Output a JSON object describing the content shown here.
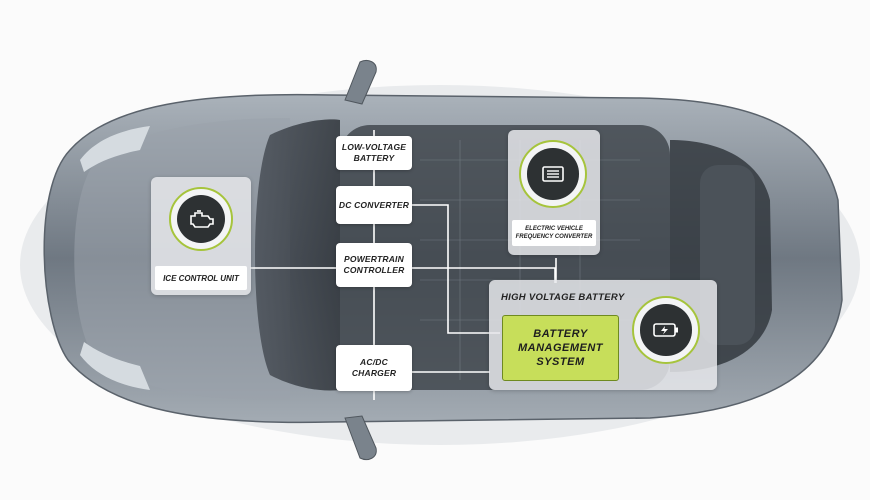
{
  "nodes": {
    "low_voltage_battery": "LOW-VOLTAGE\nBATTERY",
    "dc_converter": "DC CONVERTER",
    "powertrain_controller": "POWERTRAIN\nCONTROLLER",
    "ac_dc_charger": "AC/DC\nCHARGER",
    "ice_control_unit": "ICE CONTROL UNIT",
    "frequency_converter": "ELECTRIC VEHICLE\nFREQUENCY CONVERTER",
    "high_voltage_battery": "HIGH VOLTAGE BATTERY",
    "battery_management_system": "BATTERY\nMANAGEMENT\nSYSTEM"
  },
  "icons": {
    "ice_control_unit": "engine-icon",
    "frequency_converter": "converter-icon",
    "high_voltage_battery": "battery-icon"
  },
  "colors": {
    "accent": "#c7de5a",
    "icon_ring": "#a6c43c",
    "icon_fill": "#2d3133",
    "box_background": "#ffffff",
    "panel_background": "#e6e8eb"
  }
}
